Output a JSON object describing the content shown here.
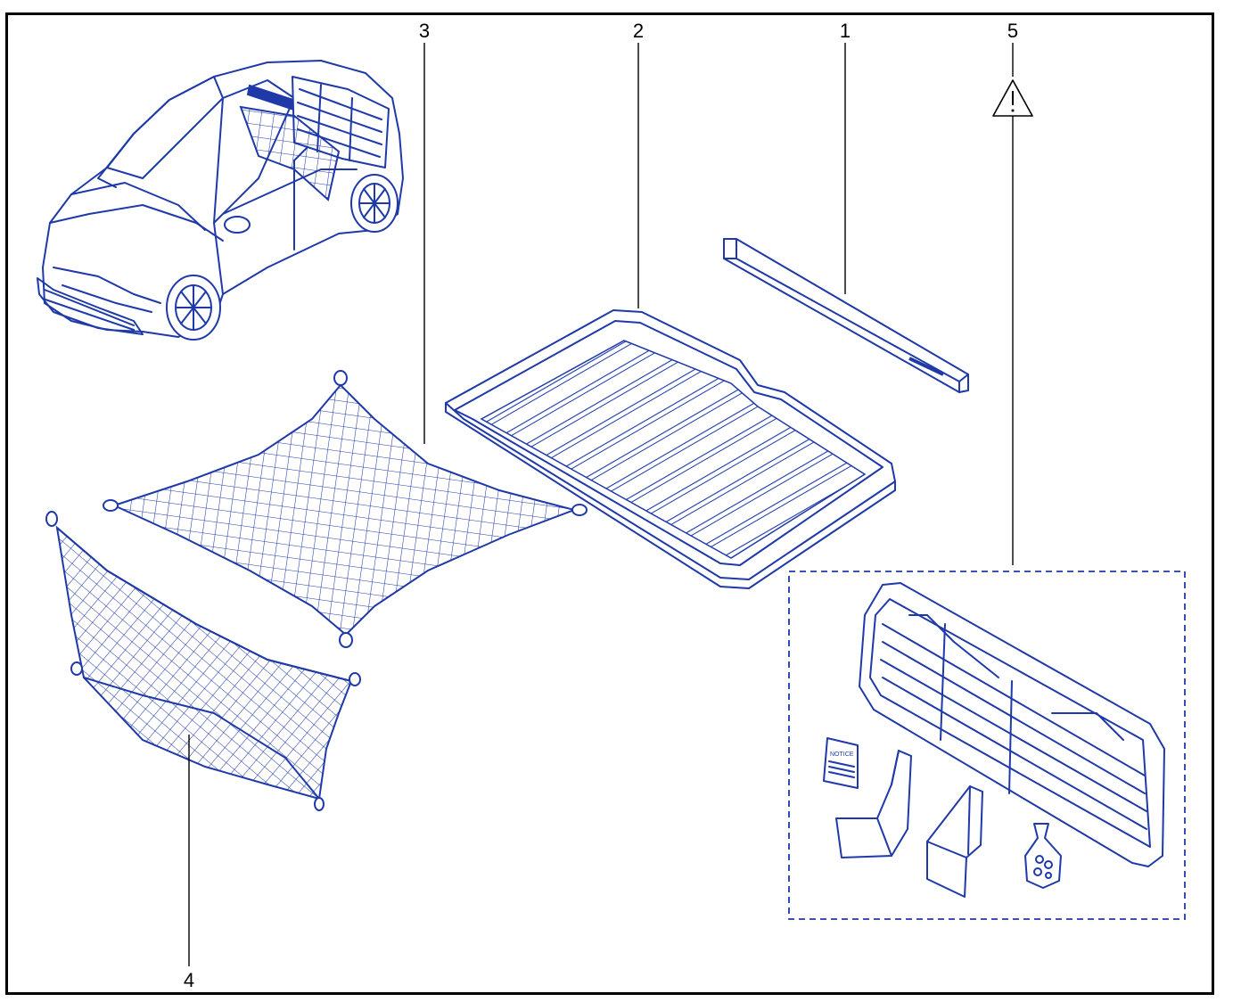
{
  "callouts": {
    "c1": "1",
    "c2": "2",
    "c3": "3",
    "c4": "4",
    "c5": "5"
  },
  "notice_text": "NOTICE",
  "colors": {
    "ink": "#1f3aa8",
    "frame": "#000000",
    "dashed_box": "#1f3aa8"
  },
  "icons": {
    "warning": "warning-triangle-icon",
    "vehicle": "car-illustration",
    "part_1": "load-bar",
    "part_2": "boot-tray",
    "part_3": "floor-net",
    "part_4": "vertical-net",
    "part_5": "dog-guard-kit"
  }
}
